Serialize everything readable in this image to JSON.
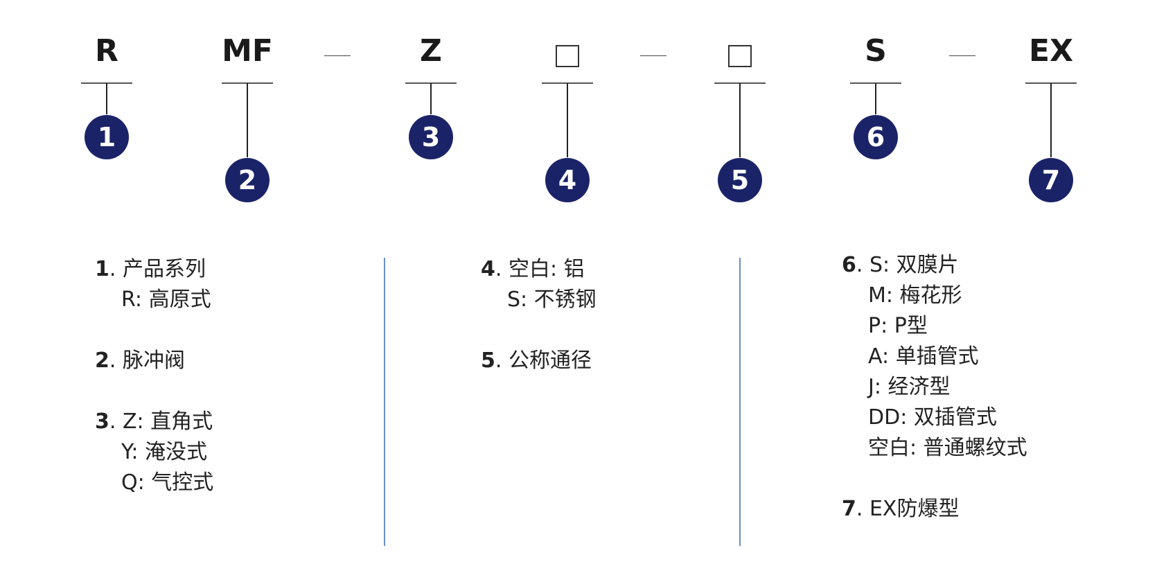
{
  "codes": [
    "R",
    "MF",
    "Z",
    "S",
    "EX"
  ],
  "markers": [
    "1",
    "2",
    "3",
    "4",
    "5",
    "6",
    "7"
  ],
  "legend": {
    "col1": [
      {
        "num": "1",
        "text": ". 产品系列",
        "subs": [
          "R: 高原式"
        ]
      },
      {
        "num": "2",
        "text": ". 脉冲阀",
        "subs": []
      },
      {
        "num": "3",
        "text": ". Z: 直角式",
        "subs": [
          "Y: 淹没式",
          "Q: 气控式"
        ]
      }
    ],
    "col2": [
      {
        "num": "4",
        "text": ". 空白: 铝",
        "subs": [
          "S: 不锈钢"
        ]
      },
      {
        "num": "5",
        "text": ". 公称通径",
        "subs": []
      }
    ],
    "col3": [
      {
        "num": "6",
        "text": ". S: 双膜片",
        "subs": [
          "M: 梅花形",
          "P: P型",
          "A: 单插管式",
          "J: 经济型",
          "DD: 双插管式",
          "空白: 普通螺纹式"
        ]
      },
      {
        "num": "7",
        "text": ". EX防爆型",
        "subs": []
      }
    ]
  },
  "colors": {
    "circle": "#1b2368",
    "divider": "#6a8fc4"
  }
}
